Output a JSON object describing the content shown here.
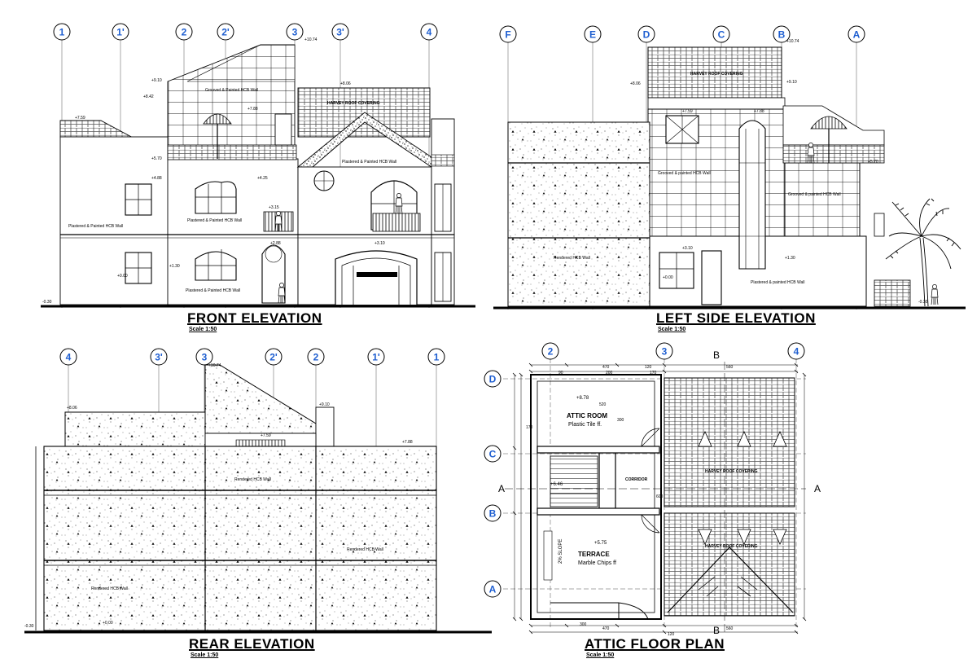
{
  "drawings": {
    "front": {
      "title": "FRONT ELEVATION",
      "scale": "Scale 1:50",
      "grid": [
        "1",
        "1'",
        "2",
        "2'",
        "3",
        "3'",
        "4"
      ],
      "notes": [
        "Grooved & Painted HCB Wall",
        "Plastered & Painted HCB Wall",
        "Plastered & Painted HCB Wall",
        "Plastered & Painted HCB Wall",
        "Plastered & Painted HCB Wall",
        "HARVEY ROOF COVERING"
      ],
      "levels": [
        "+9.10",
        "+8.42",
        "+7.59",
        "+8.06",
        "+7.88",
        "+5.70",
        "+4.88",
        "+4.25",
        "+3.15",
        "+2.88",
        "+3.10",
        "+1.30",
        "+0.00",
        "-0.30",
        "+10.74"
      ]
    },
    "left": {
      "title": "LEFT SIDE ELEVATION",
      "scale": "Scale 1:50",
      "grid": [
        "F",
        "E",
        "D",
        "C",
        "B",
        "A"
      ],
      "notes": [
        "HARVEY ROOF COVERING",
        "Grooved & painted HCB Wall",
        "Grooved & painted HCB Wall",
        "Rendered HCB Wall",
        "Plastered & painted HCB Wall"
      ],
      "levels": [
        "+10.74",
        "+8.06",
        "+9.10",
        "+7.88",
        "+7.59",
        "+5.70",
        "+3.10",
        "+1.30",
        "+0.00",
        "-0.30"
      ]
    },
    "rear": {
      "title": "REAR ELEVATION",
      "scale": "Scale 1:50",
      "grid": [
        "4",
        "3'",
        "3",
        "2'",
        "2",
        "1'",
        "1"
      ],
      "notes": [
        "Rendered HCB Wall",
        "Rendered HCB Wall",
        "Rendered HCB Wall"
      ],
      "levels": [
        "+10.74",
        "+9.10",
        "+8.06",
        "+7.59",
        "+7.88",
        "+0.00",
        "-0.30"
      ]
    },
    "attic": {
      "title": "ATTIC FLOOR PLAN",
      "scale": "Scale 1:50",
      "grid_top": [
        "2",
        "3",
        "4"
      ],
      "grid_side": [
        "D",
        "C",
        "B",
        "A"
      ],
      "rooms": [
        {
          "name": "ATTIC ROOM",
          "finish": "Plastic Tile ff."
        },
        {
          "name": "TERRACE",
          "finish": "Marble Chips ff"
        }
      ],
      "labels": [
        "CORRIDOR",
        "HARVEY ROOF COVERING",
        "HARVEY ROOF COVERING",
        "2% SLOPE",
        "+8.78",
        "+6.46",
        "+5.75"
      ],
      "section": [
        "A",
        "A",
        "B",
        "B"
      ],
      "dims": [
        "470",
        "120",
        "560",
        "170",
        "200",
        "90",
        "520",
        "300",
        "600",
        "170",
        "470",
        "300",
        "120",
        "560"
      ]
    }
  },
  "colors": {
    "line": "#000000",
    "grid_marker": "#1f5fd1",
    "paper": "#ffffff"
  },
  "icons": [
    "grid-marker-icon",
    "human-figure-icon",
    "palm-tree-icon"
  ]
}
